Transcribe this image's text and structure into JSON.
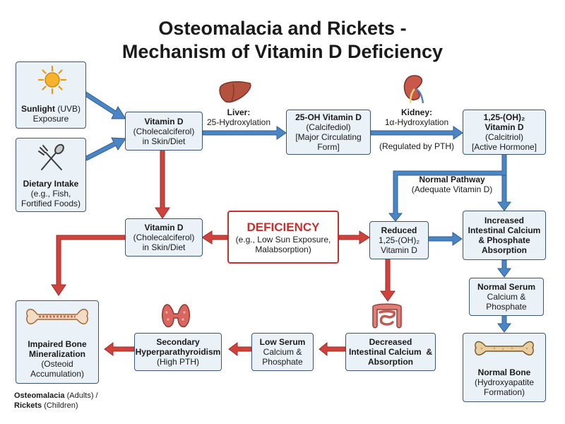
{
  "title": {
    "line1": "Osteomalacia and Rickets -",
    "line2": "Mechanism of Vitamin D Deficiency"
  },
  "nodes": {
    "sunlight": {
      "bold": "Sunlight",
      "suffix": " (UVB)",
      "line2": "Exposure"
    },
    "dietary": {
      "bold": "Dietary Intake",
      "line2": "(e.g., Fish,",
      "line3": "Fortified Foods)"
    },
    "vitd_top": {
      "bold": "Vitamin D",
      "line2": "(Cholecalciferol)",
      "line3": "in Skin/Diet"
    },
    "ohd25": {
      "bold": "25-OH Vitamin D",
      "line2": "(Calcifediol)",
      "line3": "[Major Circulating",
      "line4": "Form]"
    },
    "active": {
      "bold1": "1,25-(OH)₂",
      "bold2": "Vitamin D",
      "line3": "(Calcitriol)",
      "line4": "[Active Hormone]"
    },
    "vitd_mid": {
      "bold": "Vitamin D",
      "line2": "(Cholecalciferol)",
      "line3": "in Skin/Diet"
    },
    "deficiency": {
      "head": "DEFICIENCY",
      "line2": "(e.g., Low Sun Exposure,",
      "line3": "Malabsorption)"
    },
    "reduced": {
      "bold": "Reduced",
      "line2": "1,25-(OH)₂",
      "line3": "Vitamin D"
    },
    "increased": {
      "bold1": "Increased",
      "bold2": "Intestinal Calcium",
      "bold3": "& Phosphate",
      "bold4": "Absorption"
    },
    "normal_serum": {
      "bold": "Normal Serum",
      "line2": "Calcium &",
      "line3": "Phosphate"
    },
    "normal_bone": {
      "bold": "Normal Bone",
      "line2": "(Hydroxyapatite",
      "line3": "Formation)"
    },
    "impaired": {
      "bold1": "Impaired Bone",
      "bold2": "Mineralization",
      "line3": "(Osteoid",
      "line4": "Accumulation)"
    },
    "secondary": {
      "bold1": "Secondary",
      "bold2": "Hyperparathyroidism",
      "line3": "(High PTH)"
    },
    "low_serum": {
      "bold": "Low Serum",
      "line2": "Calcium &",
      "line3": "Phosphate"
    },
    "decreased": {
      "bold1": "Decreased",
      "bold2": "Intestinal Calcium  &",
      "bold3": "Absorption"
    }
  },
  "labels": {
    "liver": {
      "bold": "Liver:",
      "line2": "25-Hydroxylation"
    },
    "kidney": {
      "bold": "Kidney:",
      "line2": "1α-Hydroxylation"
    },
    "pth": "(Regulated by PTH)",
    "normal_pathway": {
      "bold": "Normal Pathway",
      "line2": "(Adequate Vitamin D)"
    }
  },
  "caption": {
    "osteo_bold": "Osteomalacia",
    "osteo_rest": " (Adults) /",
    "rickets_bold": "Rickets",
    "rickets_rest": " (Children)"
  },
  "colors": {
    "blue_arrow": "#4a86c5",
    "red_arrow": "#c9302c",
    "box_fill": "#eaf1f7",
    "box_border": "#3d5672",
    "sun": "#f7b32b",
    "liver": "#b5513f",
    "kidney": "#c8584a",
    "bone": "#e9cf9f",
    "intestine": "#e07f77",
    "thyroid": "#d9675f"
  }
}
